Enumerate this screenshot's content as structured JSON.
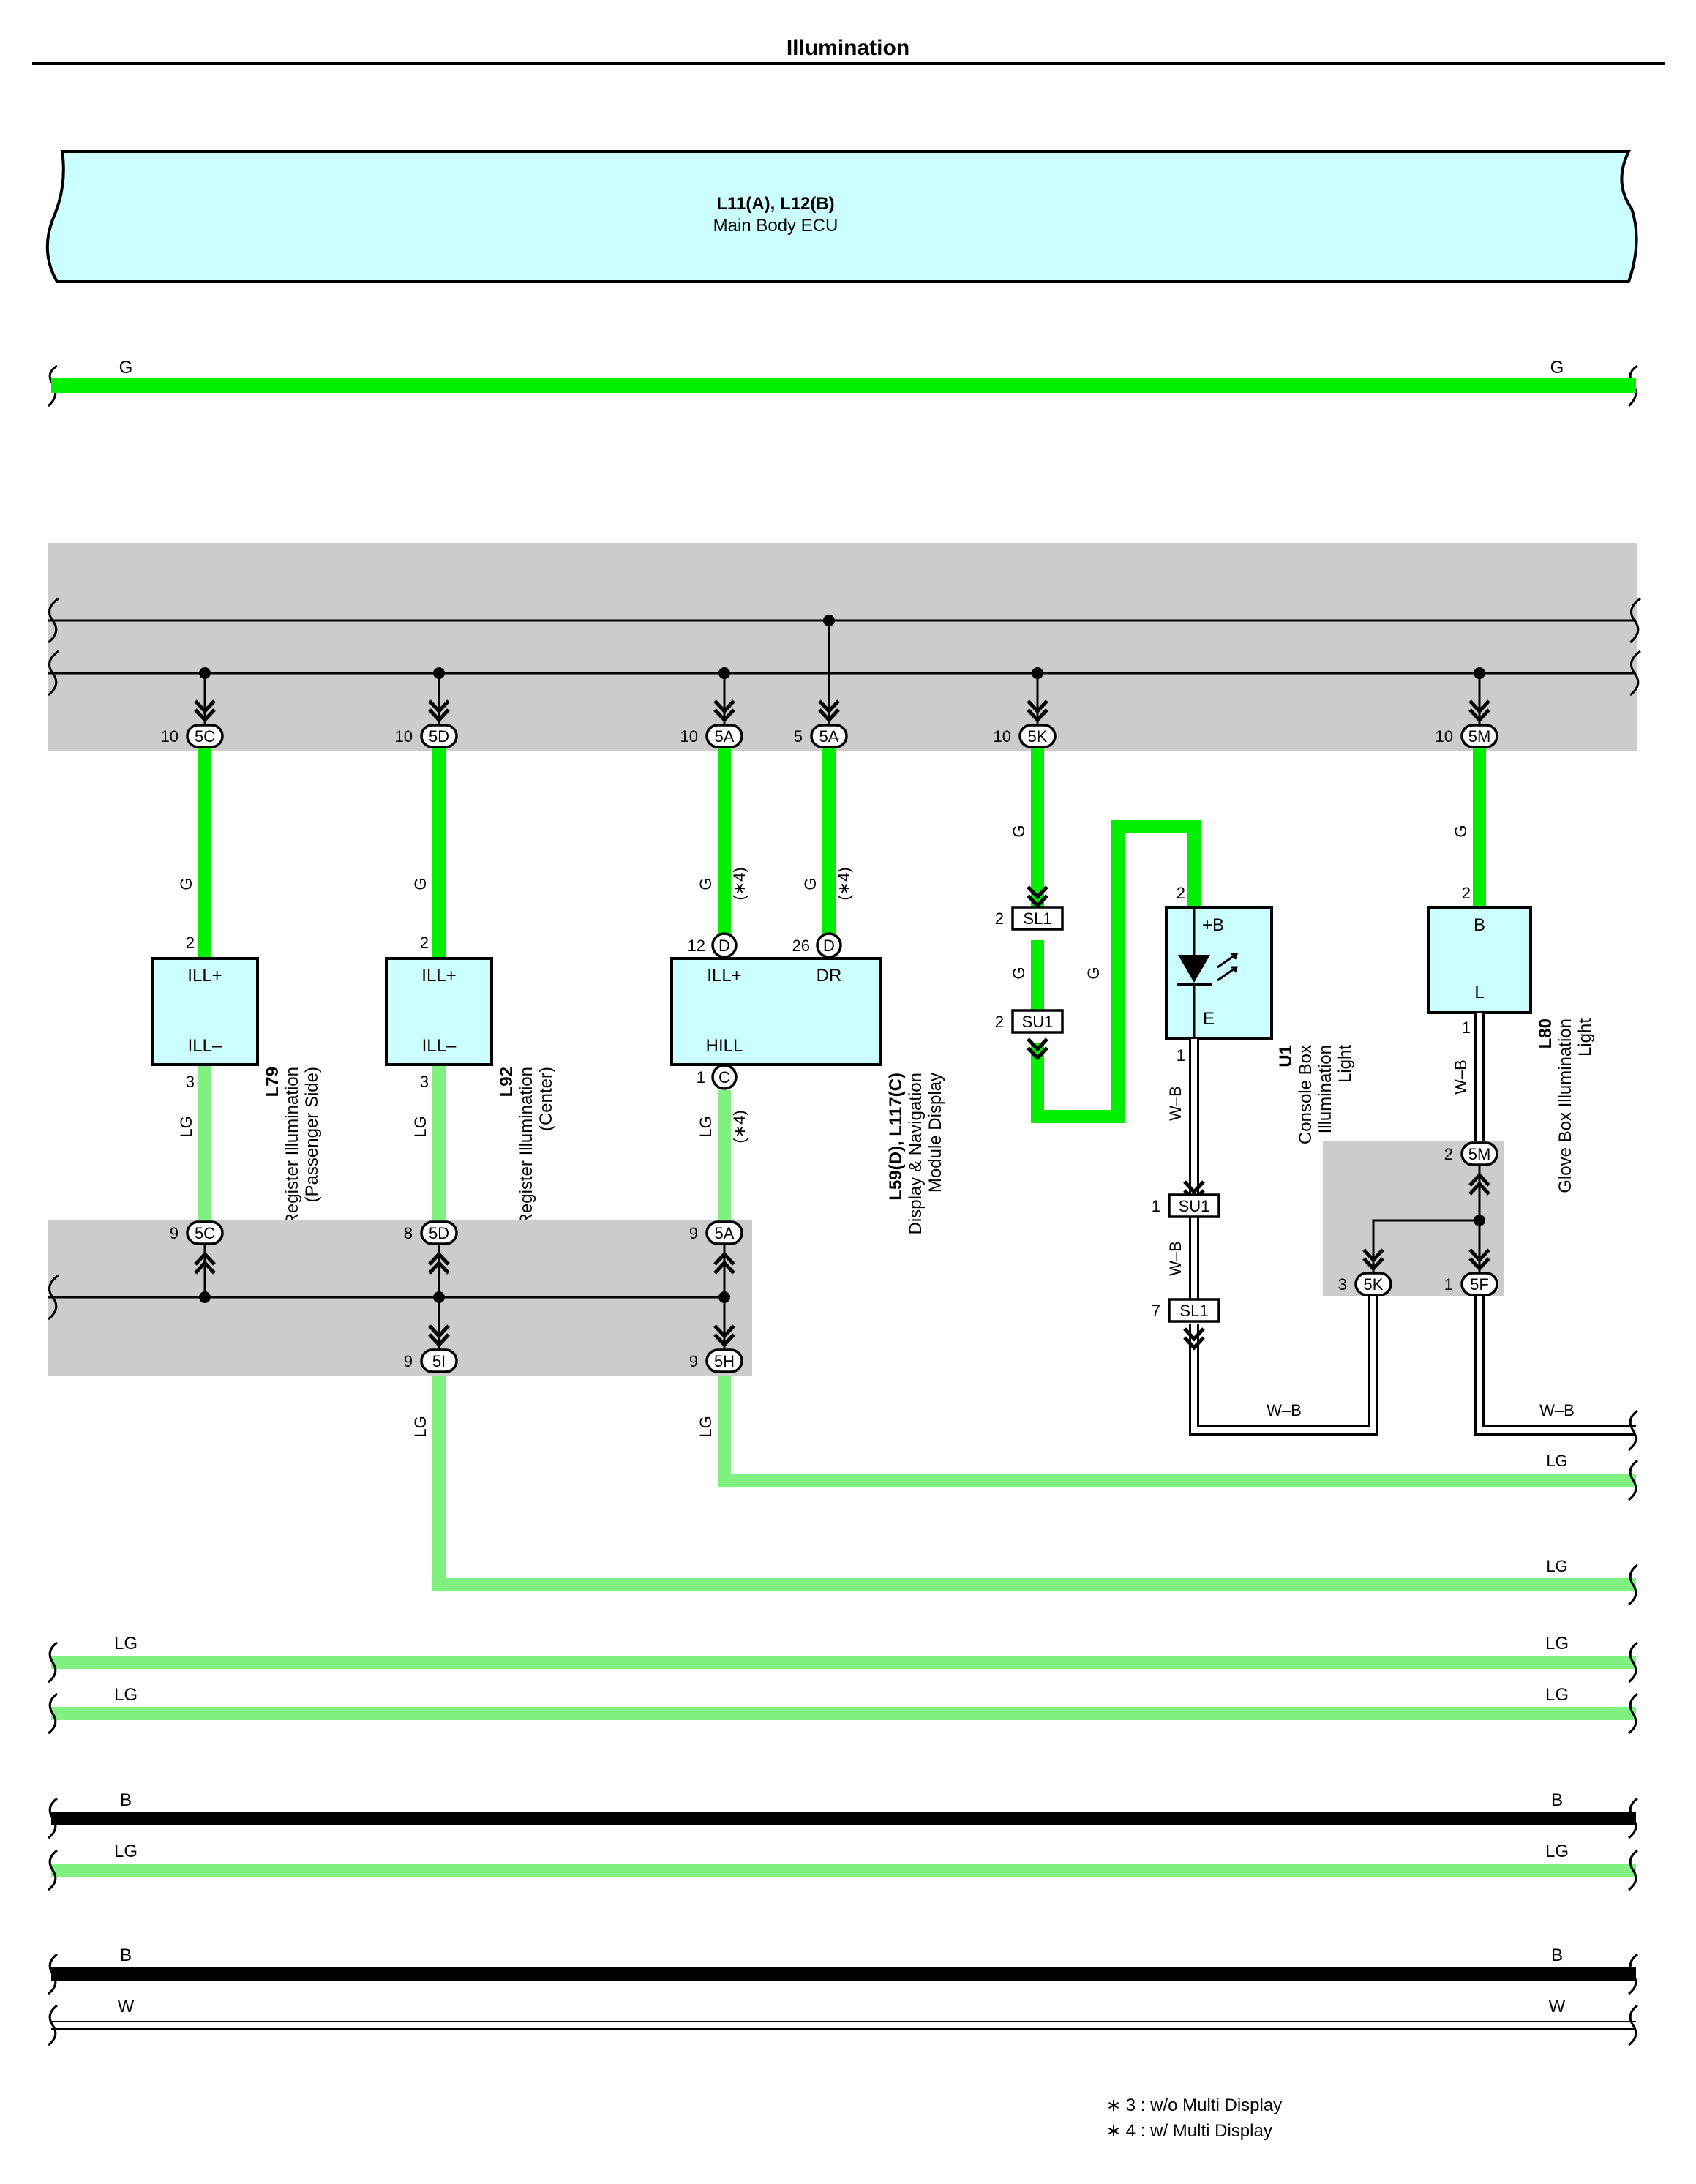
{
  "page_title": "Illumination",
  "ecu": {
    "code": "L11(A), L12(B)",
    "name": "Main Body ECU"
  },
  "wire_colors": {
    "G": "#00ee00",
    "LG": "#80f080",
    "B": "#000000",
    "W": "#ffffff",
    "W-B": "#ffffff",
    "junction_fill": "#cccccc",
    "component_fill": "#ccffff"
  },
  "top_bus": {
    "left": "G",
    "right": "G"
  },
  "junction_top": {
    "pins": [
      {
        "num": "10",
        "conn": "5C"
      },
      {
        "num": "10",
        "conn": "5D"
      },
      {
        "num": "10",
        "conn": "5A"
      },
      {
        "num": "5",
        "conn": "5A"
      },
      {
        "num": "10",
        "conn": "5K"
      },
      {
        "num": "10",
        "conn": "5M"
      }
    ]
  },
  "components": {
    "l79": {
      "code": "L79",
      "name1": "Register Illumination",
      "name2": "(Passenger Side)",
      "pin_top": "2",
      "pin_bottom": "3",
      "term_top": "ILL+",
      "term_bottom": "ILL–",
      "wire_top": "G",
      "wire_bottom": "LG"
    },
    "l92": {
      "code": "L92",
      "name1": "Register Illumination",
      "name2": "(Center)",
      "pin_top": "2",
      "pin_bottom": "3",
      "term_top": "ILL+",
      "term_bottom": "ILL–",
      "wire_top": "G",
      "wire_bottom": "LG"
    },
    "l59": {
      "code": "L59(D), L117(C)",
      "name1": "Display & Navigation",
      "name2": "Module Display",
      "pin_ill": "12",
      "conn_ill": "D",
      "pin_dr": "26",
      "conn_dr": "D",
      "pin_hill": "1",
      "conn_hill": "C",
      "term_ill": "ILL+",
      "term_dr": "DR",
      "term_hill": "HILL",
      "wire_ill": "G",
      "wire_dr": "G",
      "wire_hill": "LG",
      "note": "(∗4)"
    },
    "u1": {
      "code": "U1",
      "name1": "Console Box",
      "name2": "Illumination",
      "name3": "Light",
      "pin_top": "2",
      "pin_bottom": "1",
      "term_top": "+B",
      "term_bottom": "E",
      "wire_in": "G",
      "wire_out": "W–B"
    },
    "l80": {
      "code": "L80",
      "name1": "Glove Box Illumination",
      "name2": "Light",
      "pin_top": "2",
      "pin_bottom": "1",
      "term_top": "B",
      "term_bottom": "L",
      "wire_top": "G",
      "wire_bottom": "W–B"
    }
  },
  "inline_connectors": {
    "sl1_top": {
      "pin": "2",
      "conn": "SL1"
    },
    "su1_top": {
      "pin": "2",
      "conn": "SU1"
    },
    "su1_bot": {
      "pin": "1",
      "conn": "SU1"
    },
    "sl1_bot": {
      "pin": "7",
      "conn": "SL1"
    },
    "g_mid": "G",
    "g_cross": "G",
    "wb_mid": "W–B"
  },
  "junction_mid": {
    "pins": [
      {
        "num": "9",
        "conn": "5C"
      },
      {
        "num": "8",
        "conn": "5D"
      },
      {
        "num": "9",
        "conn": "5A"
      },
      {
        "num": "9",
        "conn": "5I"
      },
      {
        "num": "9",
        "conn": "5H"
      }
    ]
  },
  "junction_right": {
    "pins": [
      {
        "num": "2",
        "conn": "5M"
      },
      {
        "num": "3",
        "conn": "5K"
      },
      {
        "num": "1",
        "conn": "5F"
      }
    ]
  },
  "lower_labels": {
    "lg_5i": "LG",
    "lg_5h": "LG",
    "wb_left": "W–B",
    "wb_right": "W–B",
    "lg_right1": "LG",
    "lg_right2": "LG"
  },
  "bottom_buses": [
    {
      "left": "LG",
      "right": "LG"
    },
    {
      "left": "LG",
      "right": "LG"
    },
    {
      "left": "B",
      "right": "B"
    },
    {
      "left": "LG",
      "right": "LG"
    },
    {
      "left": "B",
      "right": "B"
    },
    {
      "left": "W",
      "right": "W"
    }
  ],
  "footnotes": [
    "∗ 3 : w/o Multi Display",
    "∗ 4 : w/ Multi Display"
  ]
}
